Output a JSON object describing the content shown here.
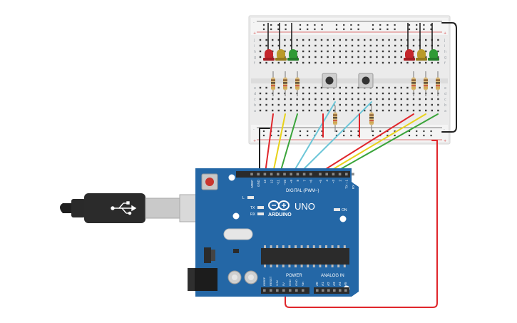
{
  "board": {
    "brand": "ARDUINO",
    "model": "UNO",
    "digital_label": "DIGITAL (PWM~)",
    "power_label": "POWER",
    "analog_label": "ANALOG IN",
    "led_l": "L",
    "led_tx": "TX",
    "led_rx": "RX",
    "on_label": "ON",
    "digital_pins": [
      "AREF",
      "GND",
      "13",
      "12",
      "~11",
      "~10",
      "~9",
      "8",
      "7",
      "~6",
      "~5",
      "4",
      "~3",
      "2",
      "TX→1",
      "RX←0"
    ],
    "power_pins": [
      "IOREF",
      "RESET",
      "3.3V",
      "5V",
      "GND",
      "GND",
      "Vin"
    ],
    "analog_pins": [
      "A0",
      "A1",
      "A2",
      "A3",
      "A4",
      "A5"
    ]
  },
  "breadboard": {
    "row_letters_top": [
      "j",
      "i",
      "h",
      "g",
      "f"
    ],
    "row_letters_bottom": [
      "e",
      "d",
      "c",
      "b",
      "a"
    ],
    "rail_plus": "+",
    "rail_minus": "-"
  },
  "components": {
    "leds_left": [
      "red",
      "yellow",
      "green"
    ],
    "leds_right": [
      "red",
      "yellow",
      "green"
    ],
    "buttons": 2
  },
  "colors": {
    "board_blue": "#2467a6",
    "board_dark": "#1c4f86",
    "wire_red": "#e0262b",
    "wire_yellow": "#e8d21a",
    "wire_green": "#3aa43a",
    "wire_cyan": "#6cc6d8",
    "wire_black": "#222222",
    "led_red": "#c4262b",
    "led_yellow": "#b99a2a",
    "led_green": "#2f9a35"
  }
}
